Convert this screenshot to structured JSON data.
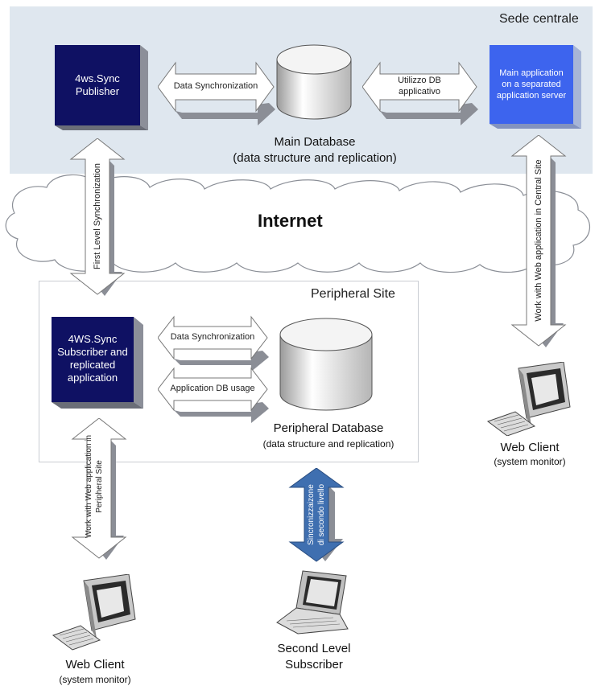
{
  "central_site": {
    "title": "Sede centrale"
  },
  "peripheral_site": {
    "title": "Peripheral Site"
  },
  "internet": {
    "label": "Internet"
  },
  "publisher": {
    "label": "4ws.Sync\nPublisher"
  },
  "main_app_server": {
    "label": "Main application on a separated application server"
  },
  "main_database": {
    "title": "Main Database",
    "subtitle": "(data structure and replication)"
  },
  "subscriber": {
    "label": "4WS.Sync Subscriber and replicated application"
  },
  "peripheral_database": {
    "title": "Peripheral Database",
    "subtitle": "(data structure and replication)"
  },
  "arrows": {
    "data_sync_top": "Data Synchronization",
    "db_usage_top_1": "Utilizzo DB",
    "db_usage_top_2": "applicativo",
    "first_level": "First Level Synchronization",
    "central_web": "Work with Web application in Central Site",
    "data_sync_peripheral": "Data Synchronization",
    "app_db_usage": "Application DB usage",
    "peripheral_web_1": "Work with Web application in",
    "peripheral_web_2": "Peripheral Site",
    "second_level_1": "Sincronizzaizone",
    "second_level_2": "di secondo livello"
  },
  "web_client_right": {
    "title": "Web Client",
    "subtitle": "(system monitor)"
  },
  "web_client_left": {
    "title": "Web Client",
    "subtitle": "(system monitor)"
  },
  "second_level_subscriber": {
    "title_1": "Second Level",
    "title_2": "Subscriber"
  },
  "colors": {
    "publisher": "#0f1163",
    "app_server": "#3d64ee",
    "subscriber": "#0f1163",
    "second_level_arrow": "#3f6fb0",
    "central_zone": "#dfe7ef"
  }
}
